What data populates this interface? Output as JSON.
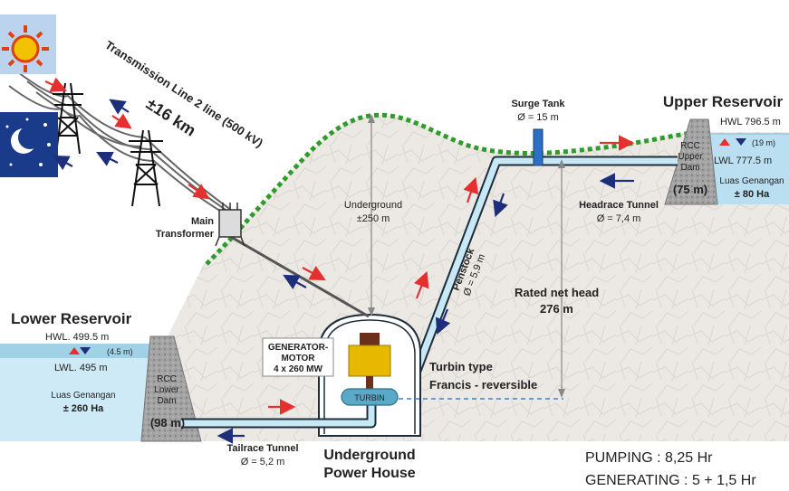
{
  "colors": {
    "ground": "#ece9e4",
    "water": "#b9dff0",
    "pipe_fill": "#c8e8f6",
    "pipe_stroke": "#1c2e3c",
    "green_dots": "#2e9b2a",
    "dam": "#9e9e9e",
    "arrow_red": "#e53030",
    "arrow_blue": "#1d2f7a",
    "surge_tank": "#2c6fc4",
    "generator": "#e6b800",
    "turbine": "#5aa9c9"
  },
  "icons": {
    "sun": "sun-icon",
    "night": "moon-stars-icon",
    "tower": "transmission-tower-icon",
    "transformer": "transformer-icon"
  },
  "transmission": {
    "line_label": "Transmission Line 2 line  (500 kV)",
    "distance": "±16 km"
  },
  "main_transformer": {
    "line1": "Main",
    "line2": "Transformer"
  },
  "underground": {
    "label": "Underground",
    "depth": "±250 m"
  },
  "surge_tank": {
    "title": "Surge Tank",
    "diameter": "Ø = 15 m"
  },
  "upper_reservoir": {
    "title": "Upper Reservoir",
    "hwl": "HWL 796.5 m",
    "drawdown": "(19 m)",
    "lwl": "LWL 777.5 m",
    "area_label": "Luas Genangan",
    "area_value": "± 80 Ha",
    "dam_line1": "RCC",
    "dam_line2": "Upper",
    "dam_line3": "Dam",
    "dam_height": "(75 m)"
  },
  "headrace": {
    "title": "Headrace Tunnel",
    "diameter": "Ø = 7,4 m"
  },
  "penstock": {
    "title": "Penstock",
    "diameter": "Ø = 5,9 m"
  },
  "head": {
    "title": "Rated net head",
    "value": "276 m"
  },
  "lower_reservoir": {
    "title": "Lower Reservoir",
    "hwl": "HWL. 499.5 m",
    "drawdown": "(4.5 m)",
    "lwl": "LWL. 495 m",
    "area_label": "Luas Genangan",
    "area_value": "± 260 Ha",
    "dam_line1": "RCC",
    "dam_line2": "Lower",
    "dam_line3": "Dam",
    "dam_height": "(98 m)"
  },
  "generator": {
    "line1": "GENERATOR-",
    "line2": "MOTOR",
    "line3": "4 x 260 MW"
  },
  "turbine": {
    "label": "TURBIN",
    "type_line1": "Turbin type",
    "type_line2": "Francis - reversible"
  },
  "tailrace": {
    "title": "Tailrace Tunnel",
    "diameter": "Ø = 5,2 m"
  },
  "powerhouse": {
    "line1": "Underground",
    "line2": "Power House"
  },
  "operation": {
    "pumping": "PUMPING : 8,25 Hr",
    "generating": "GENERATING : 5 + 1,5 Hr"
  }
}
